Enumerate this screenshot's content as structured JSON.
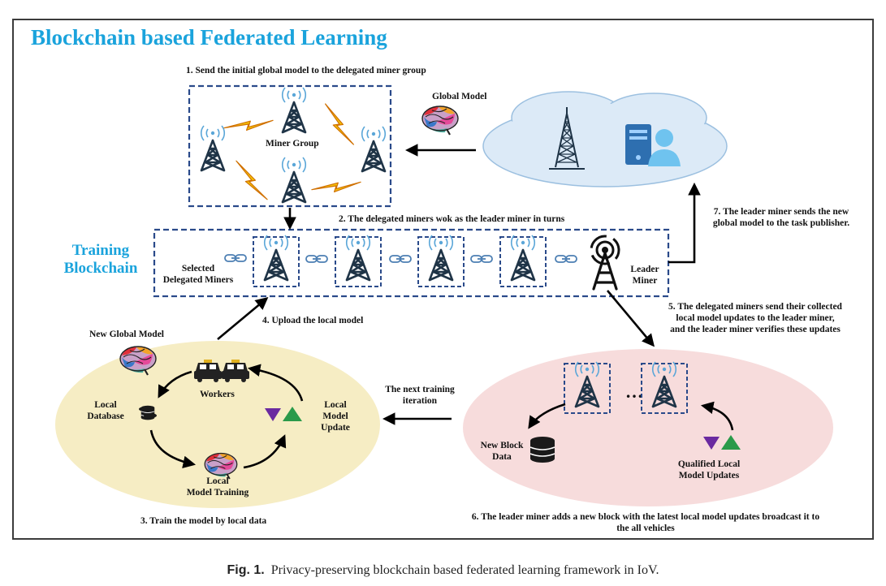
{
  "title": "Blockchain based Federated Learning",
  "training_blockchain": [
    "Training",
    "Blockchain"
  ],
  "steps": {
    "s1": "1. Send the initial global model to the delegated miner group",
    "s2": "2. The delegated miners wok as the leader miner in turns",
    "s3": "3. Train the model by local data",
    "s4": "4. Upload the local model",
    "s5": [
      "5. The delegated miners send their collected",
      "local model updates to the leader miner,",
      "and the leader miner verifies these updates"
    ],
    "s6": [
      "6. The leader miner adds a new block with the latest local model updates  broadcast it to",
      "the all vehicles"
    ],
    "s7": [
      "7. The leader miner sends the new",
      "global model to the task publisher."
    ]
  },
  "labels": {
    "global_model": "Global Model",
    "miner_group": "Miner Group",
    "selected_delegated_miners": [
      "Selected",
      "Delegated Miners"
    ],
    "leader_miner": [
      "Leader",
      "Miner"
    ],
    "new_global_model": "New Global Model",
    "workers": "Workers",
    "local_database": [
      "Local",
      "Database"
    ],
    "local_model_update": [
      "Local",
      "Model",
      "Update"
    ],
    "local_model_training": [
      "Local",
      "Model Training"
    ],
    "next_training_iteration": [
      "The next training",
      "iteration"
    ],
    "new_block_data": [
      "New Block",
      "Data"
    ],
    "qualified_updates": [
      "Qualified Local",
      "Model Updates"
    ]
  },
  "caption": {
    "label": "Fig. 1.",
    "text": "Privacy-preserving blockchain based federated learning framework in IoV."
  },
  "colors": {
    "title_blue": "#1aa3dc",
    "dashed_border": "#2a4a8a",
    "tower": "#1f3447",
    "cloud": "#dceaf7",
    "worker_ellipse": "#f6edc4",
    "leader_ellipse": "#f7dcdc",
    "bolt": "#f5c400",
    "db": "#1a1a1a"
  }
}
